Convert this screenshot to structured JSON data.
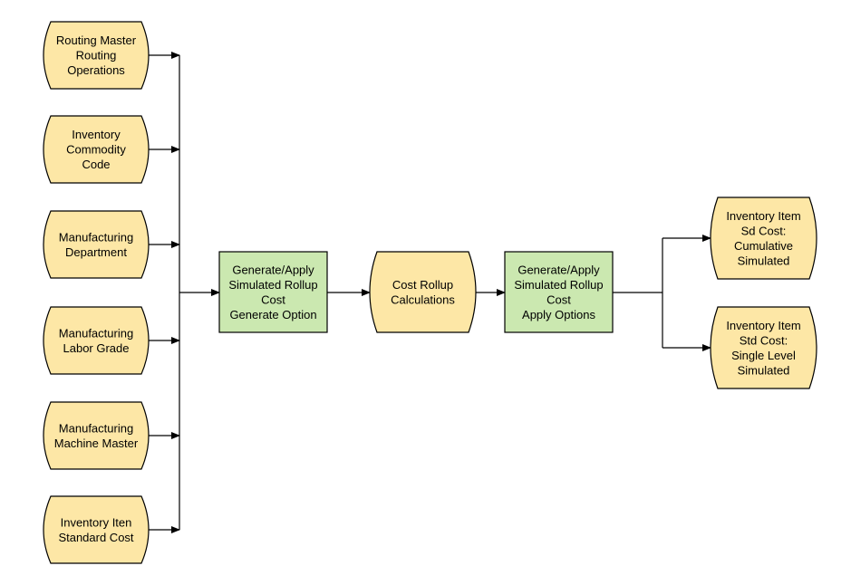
{
  "colors": {
    "datastore_fill": "#fde7a6",
    "process_fill": "#cbe8b0",
    "stroke": "#000000"
  },
  "inputs": [
    {
      "lines": [
        "Routing Master",
        "Routing",
        "Operations"
      ]
    },
    {
      "lines": [
        "Inventory",
        "Commodity",
        "Code"
      ]
    },
    {
      "lines": [
        "Manufacturing",
        "Department"
      ]
    },
    {
      "lines": [
        "Manufacturing",
        "Labor Grade"
      ]
    },
    {
      "lines": [
        "Manufacturing",
        "Machine Master"
      ]
    },
    {
      "lines": [
        "Inventory Iten",
        "Standard Cost"
      ]
    }
  ],
  "process_generate": {
    "lines": [
      "Generate/Apply",
      "Simulated Rollup",
      "Cost",
      "Generate Option"
    ]
  },
  "cost_rollup": {
    "lines": [
      "Cost Rollup",
      "Calculations"
    ]
  },
  "process_apply": {
    "lines": [
      "Generate/Apply",
      "Simulated Rollup",
      "Cost",
      "Apply Options"
    ]
  },
  "outputs": [
    {
      "lines": [
        "Inventory Item",
        "Sd Cost:",
        "Cumulative",
        "Simulated"
      ]
    },
    {
      "lines": [
        "Inventory Item",
        "Std Cost:",
        "Single Level",
        "Simulated"
      ]
    }
  ]
}
